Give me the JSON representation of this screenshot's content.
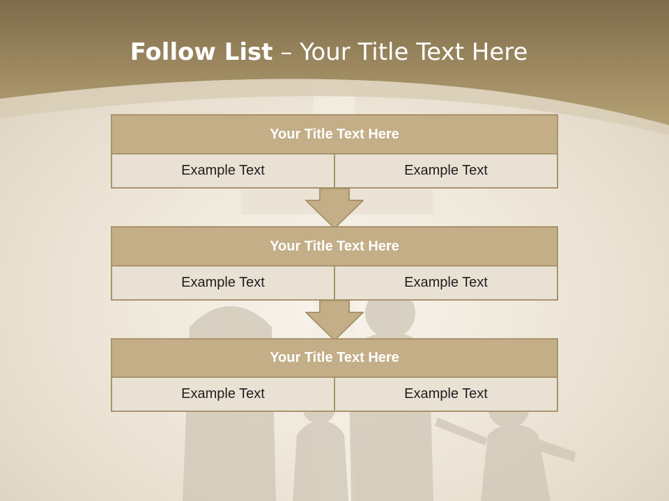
{
  "slide": {
    "title_bold": "Follow List",
    "title_rest": " – Your Title Text Here"
  },
  "blocks": [
    {
      "title": "Your Title Text Here",
      "left": "Example Text",
      "right": "Example Text"
    },
    {
      "title": "Your Title Text Here",
      "left": "Example Text",
      "right": "Example Text"
    },
    {
      "title": "Your Title Text Here",
      "left": "Example Text",
      "right": "Example Text"
    }
  ],
  "colors": {
    "header_band": "#a89468",
    "title_fill": "#c3ae87",
    "cell_fill": "#e9e1d4",
    "border": "#a8946c",
    "arrow_fill": "#c3ae87"
  }
}
